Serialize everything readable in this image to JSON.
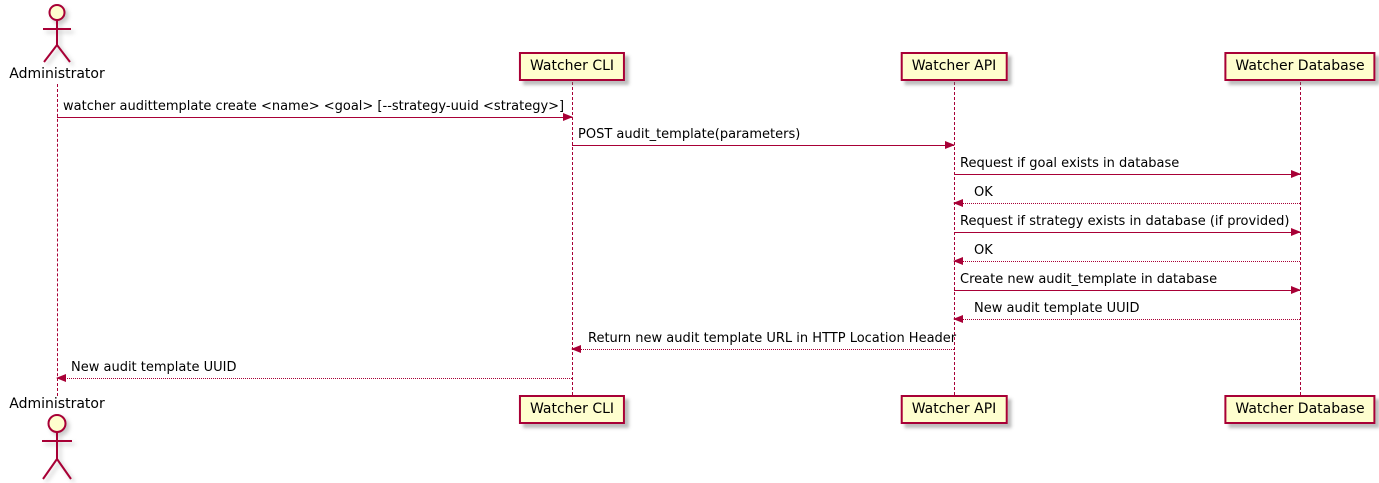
{
  "diagram": {
    "type": "uml-sequence",
    "colors": {
      "accent": "#A80036",
      "participant_fill": "#FEFECE",
      "background": "#FFFFFF",
      "text": "#000000"
    },
    "actor": {
      "label": "Administrator"
    },
    "participants": [
      {
        "id": "watcher-cli",
        "label": "Watcher CLI"
      },
      {
        "id": "watcher-api",
        "label": "Watcher API"
      },
      {
        "id": "watcher-database",
        "label": "Watcher Database"
      }
    ],
    "messages": [
      {
        "from": "Administrator",
        "to": "Watcher CLI",
        "style": "solid",
        "text": "watcher audittemplate create <name> <goal> [--strategy-uuid <strategy>]"
      },
      {
        "from": "Watcher CLI",
        "to": "Watcher API",
        "style": "solid",
        "text": "POST audit_template(parameters)"
      },
      {
        "from": "Watcher API",
        "to": "Watcher Database",
        "style": "solid",
        "text": "Request if goal exists in database"
      },
      {
        "from": "Watcher Database",
        "to": "Watcher API",
        "style": "dashed",
        "text": "OK"
      },
      {
        "from": "Watcher API",
        "to": "Watcher Database",
        "style": "solid",
        "text": "Request if strategy exists in database (if provided)"
      },
      {
        "from": "Watcher Database",
        "to": "Watcher API",
        "style": "dashed",
        "text": "OK"
      },
      {
        "from": "Watcher API",
        "to": "Watcher Database",
        "style": "solid",
        "text": "Create new audit_template in database"
      },
      {
        "from": "Watcher Database",
        "to": "Watcher API",
        "style": "dashed",
        "text": "New audit template UUID"
      },
      {
        "from": "Watcher API",
        "to": "Watcher CLI",
        "style": "dashed",
        "text": "Return new audit template URL in HTTP Location Header"
      },
      {
        "from": "Watcher CLI",
        "to": "Administrator",
        "style": "dashed",
        "text": "New audit template UUID"
      }
    ]
  }
}
